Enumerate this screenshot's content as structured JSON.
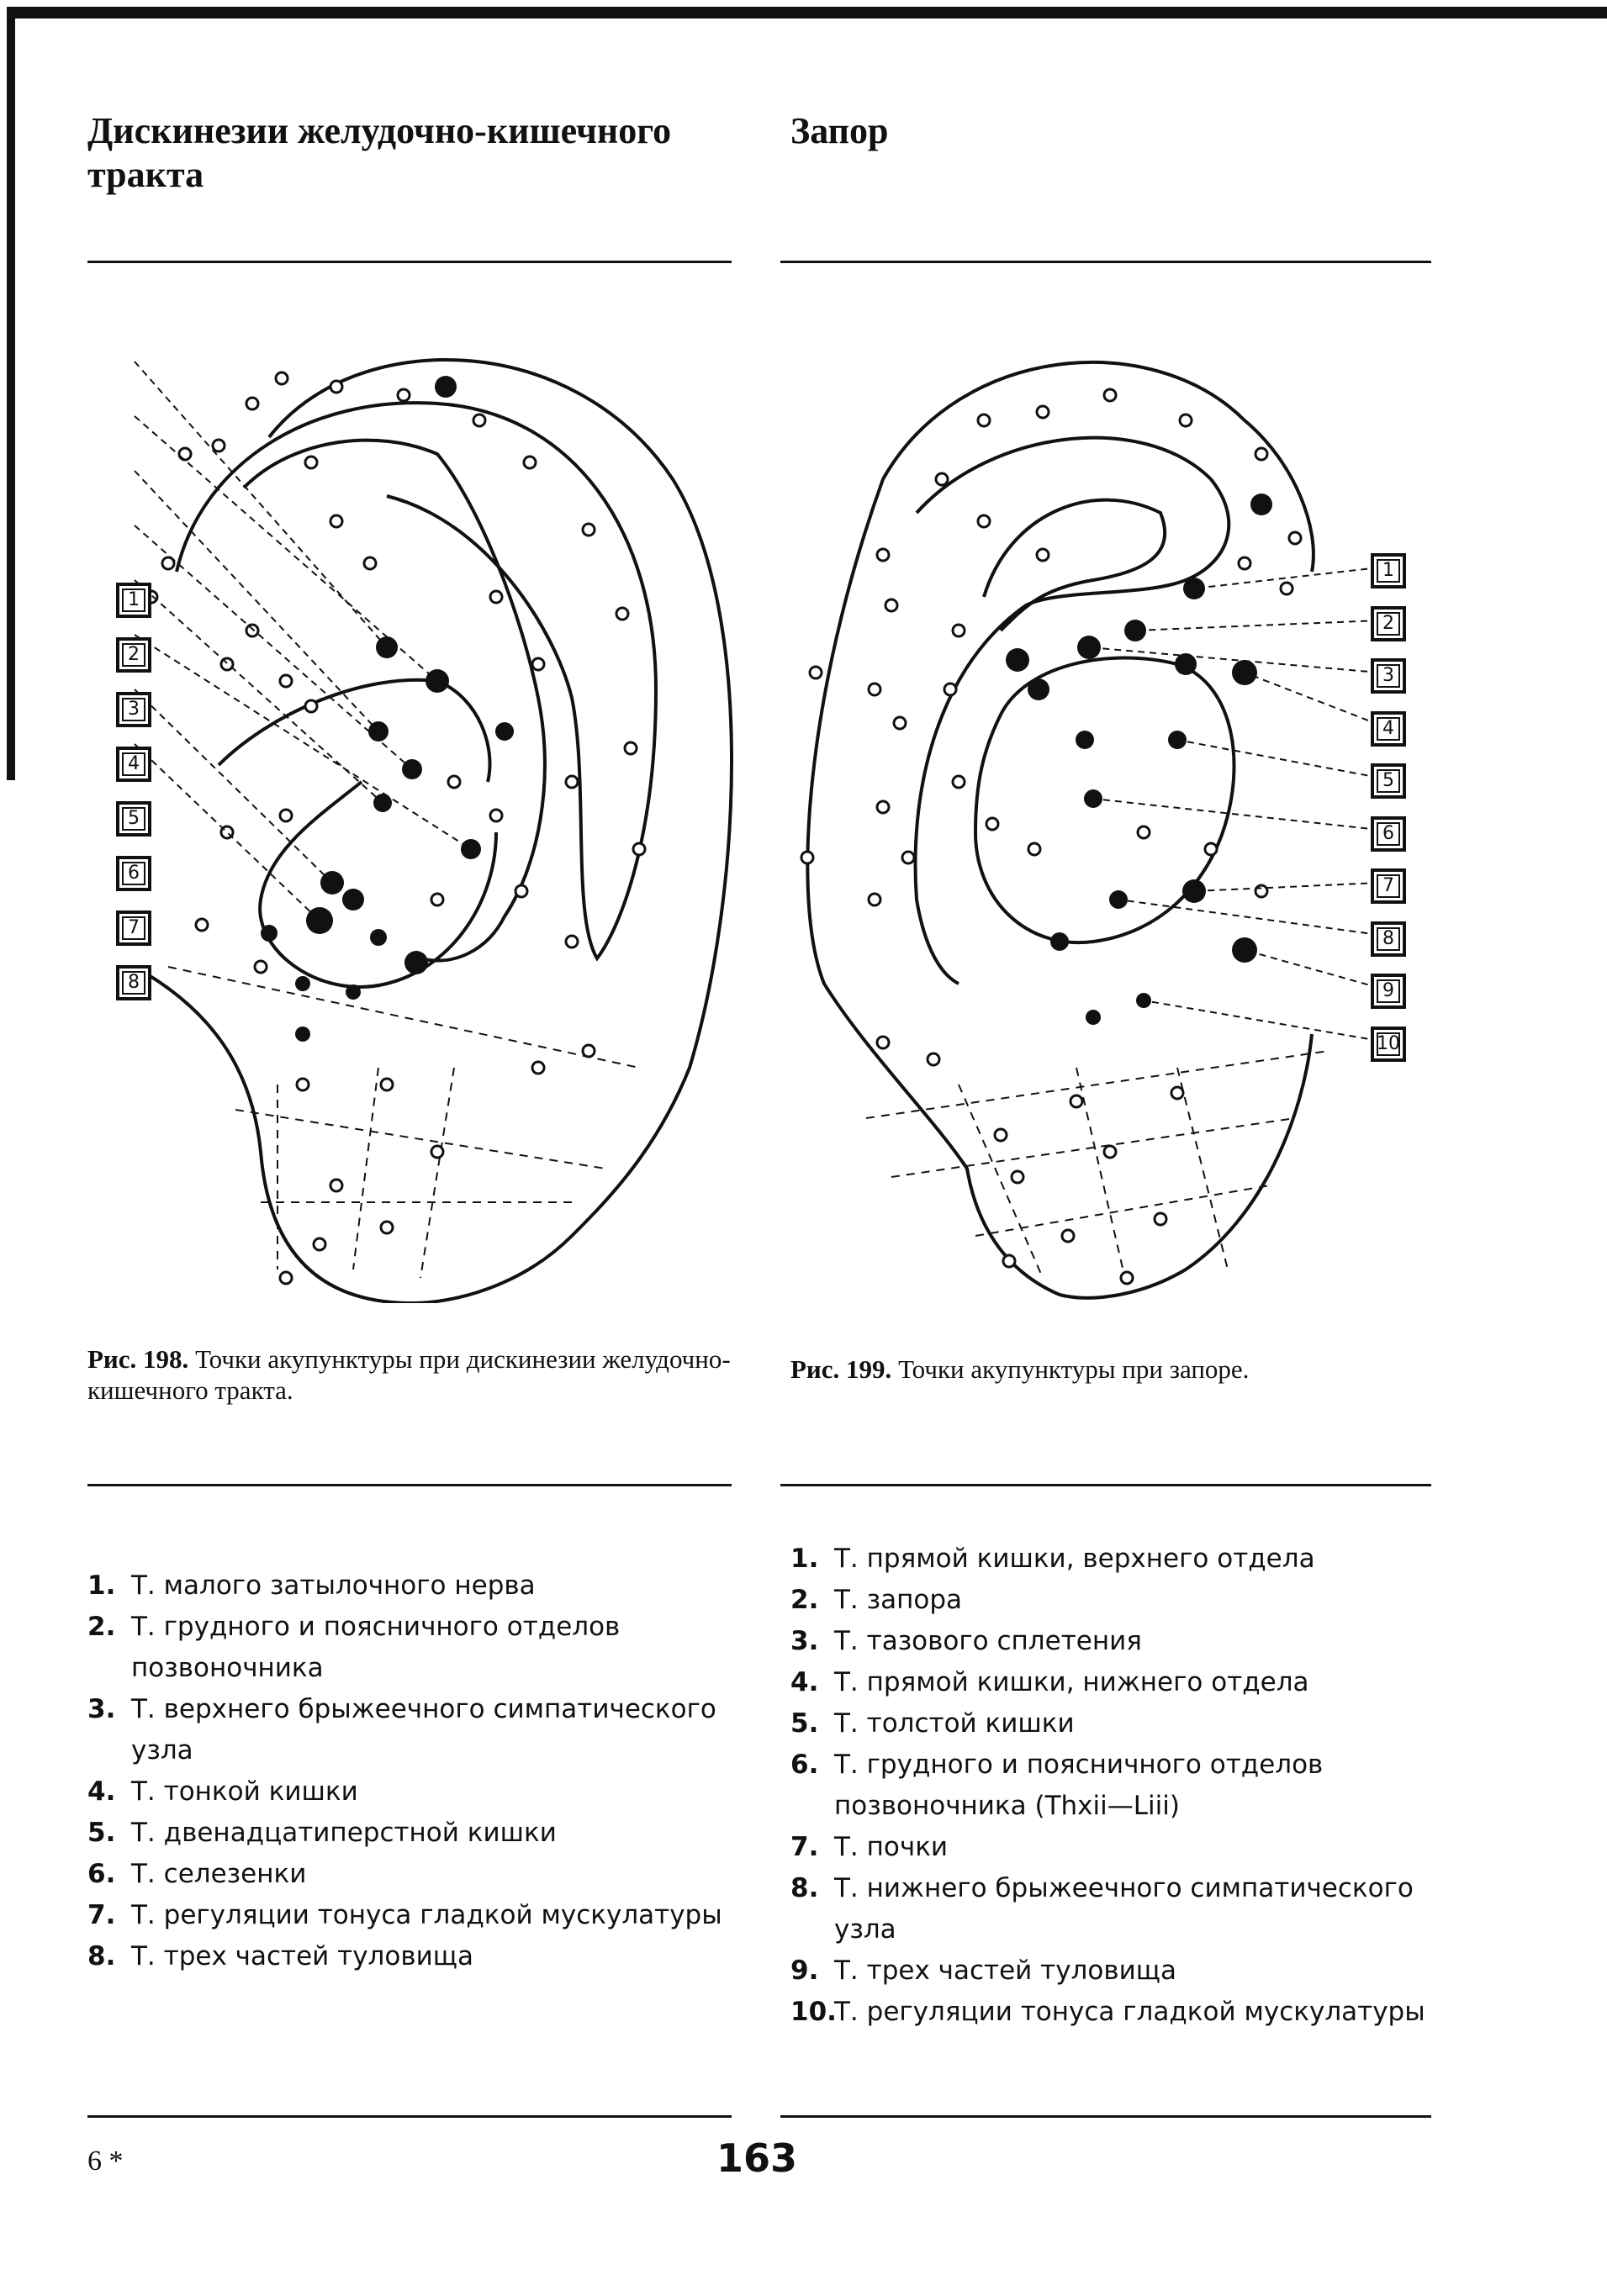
{
  "left": {
    "title": "Дискинезии желудочно-кишечного тракта",
    "figure_label": "Рис. 198.",
    "caption": "Точки акупунктуры при дискинезии желудочно-кишечного тракта.",
    "marker_labels": [
      "1",
      "2",
      "3",
      "4",
      "5",
      "6",
      "7",
      "8"
    ],
    "items": [
      {
        "num": "1.",
        "text": "Т. малого затылочного нерва"
      },
      {
        "num": "2.",
        "text": "Т. грудного и поясничного отделов позвоночника"
      },
      {
        "num": "3.",
        "text": "Т. верхнего брыжеечного симпатического узла"
      },
      {
        "num": "4.",
        "text": "Т. тонкой кишки"
      },
      {
        "num": "5.",
        "text": "Т. двенадцатиперстной кишки"
      },
      {
        "num": "6.",
        "text": "Т. селезенки"
      },
      {
        "num": "7.",
        "text": "Т. регуляции тонуса гладкой мускулатуры"
      },
      {
        "num": "8.",
        "text": "Т. трех частей туловища"
      }
    ]
  },
  "right": {
    "title": "Запор",
    "figure_label": "Рис. 199.",
    "caption": "Точки акупунктуры при запоре.",
    "marker_labels": [
      "1",
      "2",
      "3",
      "4",
      "5",
      "6",
      "7",
      "8",
      "9",
      "10"
    ],
    "items": [
      {
        "num": "1.",
        "text": "Т. прямой кишки, верхнего отдела"
      },
      {
        "num": "2.",
        "text": "Т. запора"
      },
      {
        "num": "3.",
        "text": "Т. тазового сплетения"
      },
      {
        "num": "4.",
        "text": "Т. прямой кишки, нижнего отдела"
      },
      {
        "num": "5.",
        "text": "Т. толстой кишки"
      },
      {
        "num": "6.",
        "text": "Т. грудного и поясничного отделов позвоночника (Thxii—Liii)"
      },
      {
        "num": "7.",
        "text": "Т. почки"
      },
      {
        "num": "8.",
        "text": "Т. нижнего брыжеечного симпатического узла"
      },
      {
        "num": "9.",
        "text": "Т. трех частей туловища"
      },
      {
        "num": "10.",
        "text": "Т. регуляции тонуса гладкой мускулатуры"
      }
    ]
  },
  "footer": {
    "signature": "6 *",
    "page_number": "163"
  }
}
